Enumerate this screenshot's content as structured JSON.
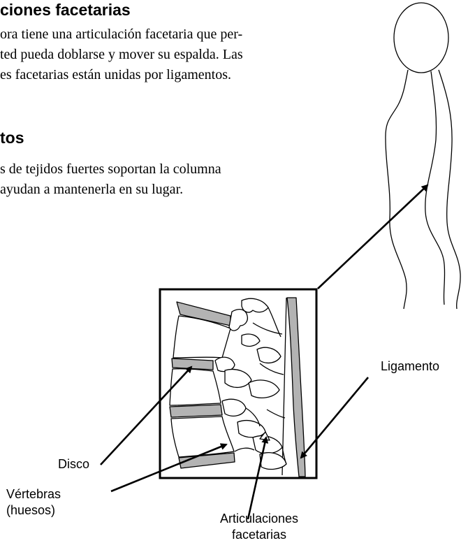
{
  "section_facet": {
    "heading": "ciones facetarias",
    "lines": [
      "ora tiene una articulación facetaria que per-",
      "ted pueda doblarse y mover su espalda. Las",
      "es facetarias están unidas por ligamentos."
    ]
  },
  "section_ligaments": {
    "heading": "tos",
    "lines": [
      "s de tejidos fuertes soportan la columna",
      "ayudan a mantenerla en su lugar."
    ]
  },
  "diagram": {
    "labels": {
      "ligament": "Ligamento",
      "disc": "Disco",
      "vertebrae_line1": "Vértebras",
      "vertebrae_line2": "(huesos)",
      "facet_line1": "Articulaciones",
      "facet_line2": "facetarias"
    },
    "colors": {
      "fill": "#b3b3b3",
      "stroke": "#000000"
    }
  }
}
